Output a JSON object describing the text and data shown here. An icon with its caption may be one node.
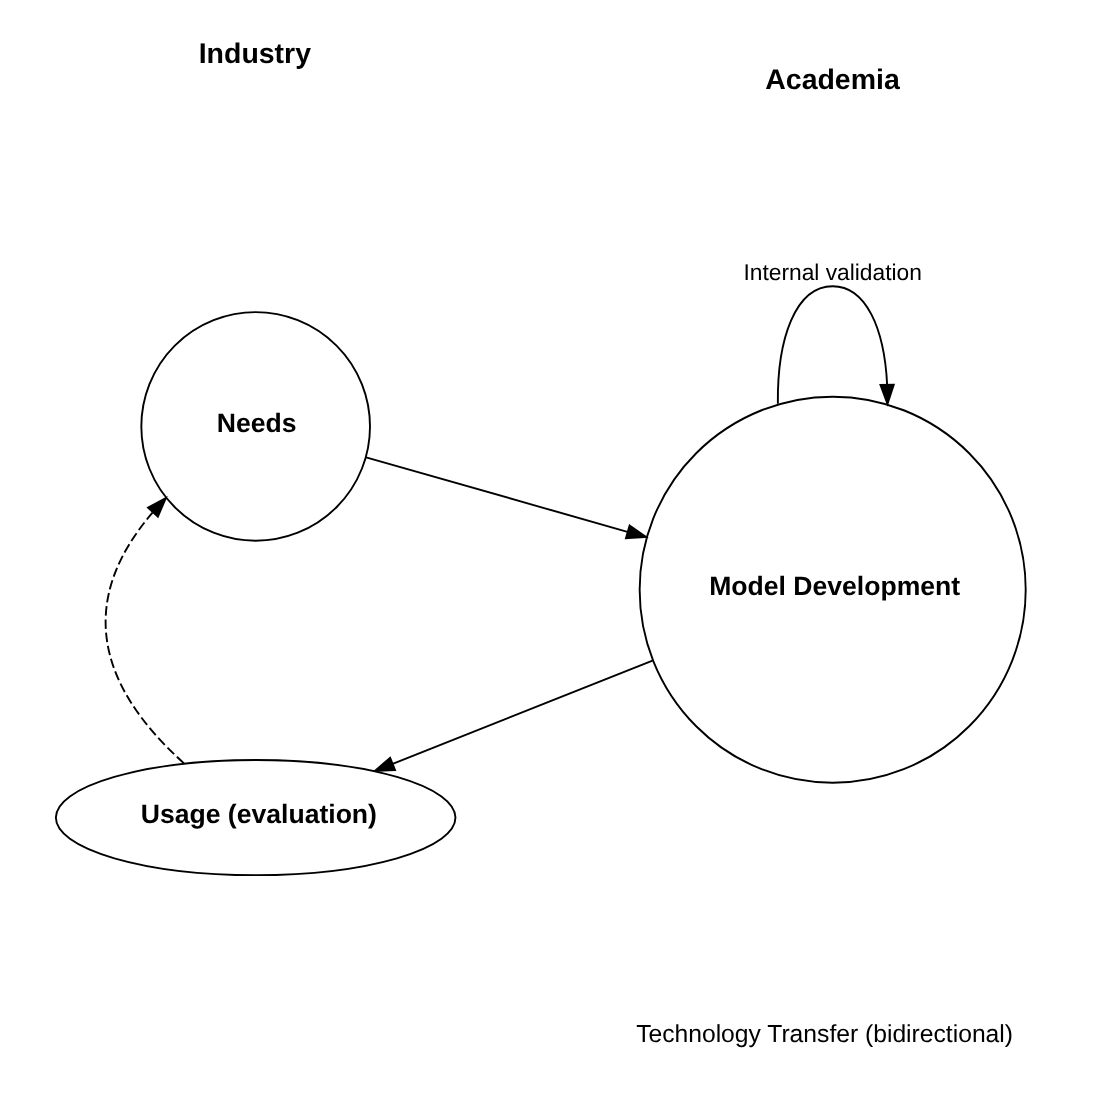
{
  "diagram": {
    "nodes": [
      {
        "text": [
          "Needs"
        ]
      },
      {
        "text": [
          "Model Development"
        ]
      },
      {
        "text": [
          "Usage (evaluation)"
        ]
      }
    ],
    "edges": [
      {
        "from": 0,
        "to": 1,
        "arrow": "to"
      },
      {
        "from": 1,
        "to": 1,
        "arrow": "to",
        "label": "Internal validation"
      },
      {
        "from": 1,
        "to": 2,
        "arrow": "to"
      },
      {
        "from": 2,
        "to": 0,
        "arrow": "to",
        "style": "dashed"
      }
    ],
    "labels": [
      "Industry",
      "Academia",
      "Technology Transfer (bidirectional)"
    ]
  }
}
